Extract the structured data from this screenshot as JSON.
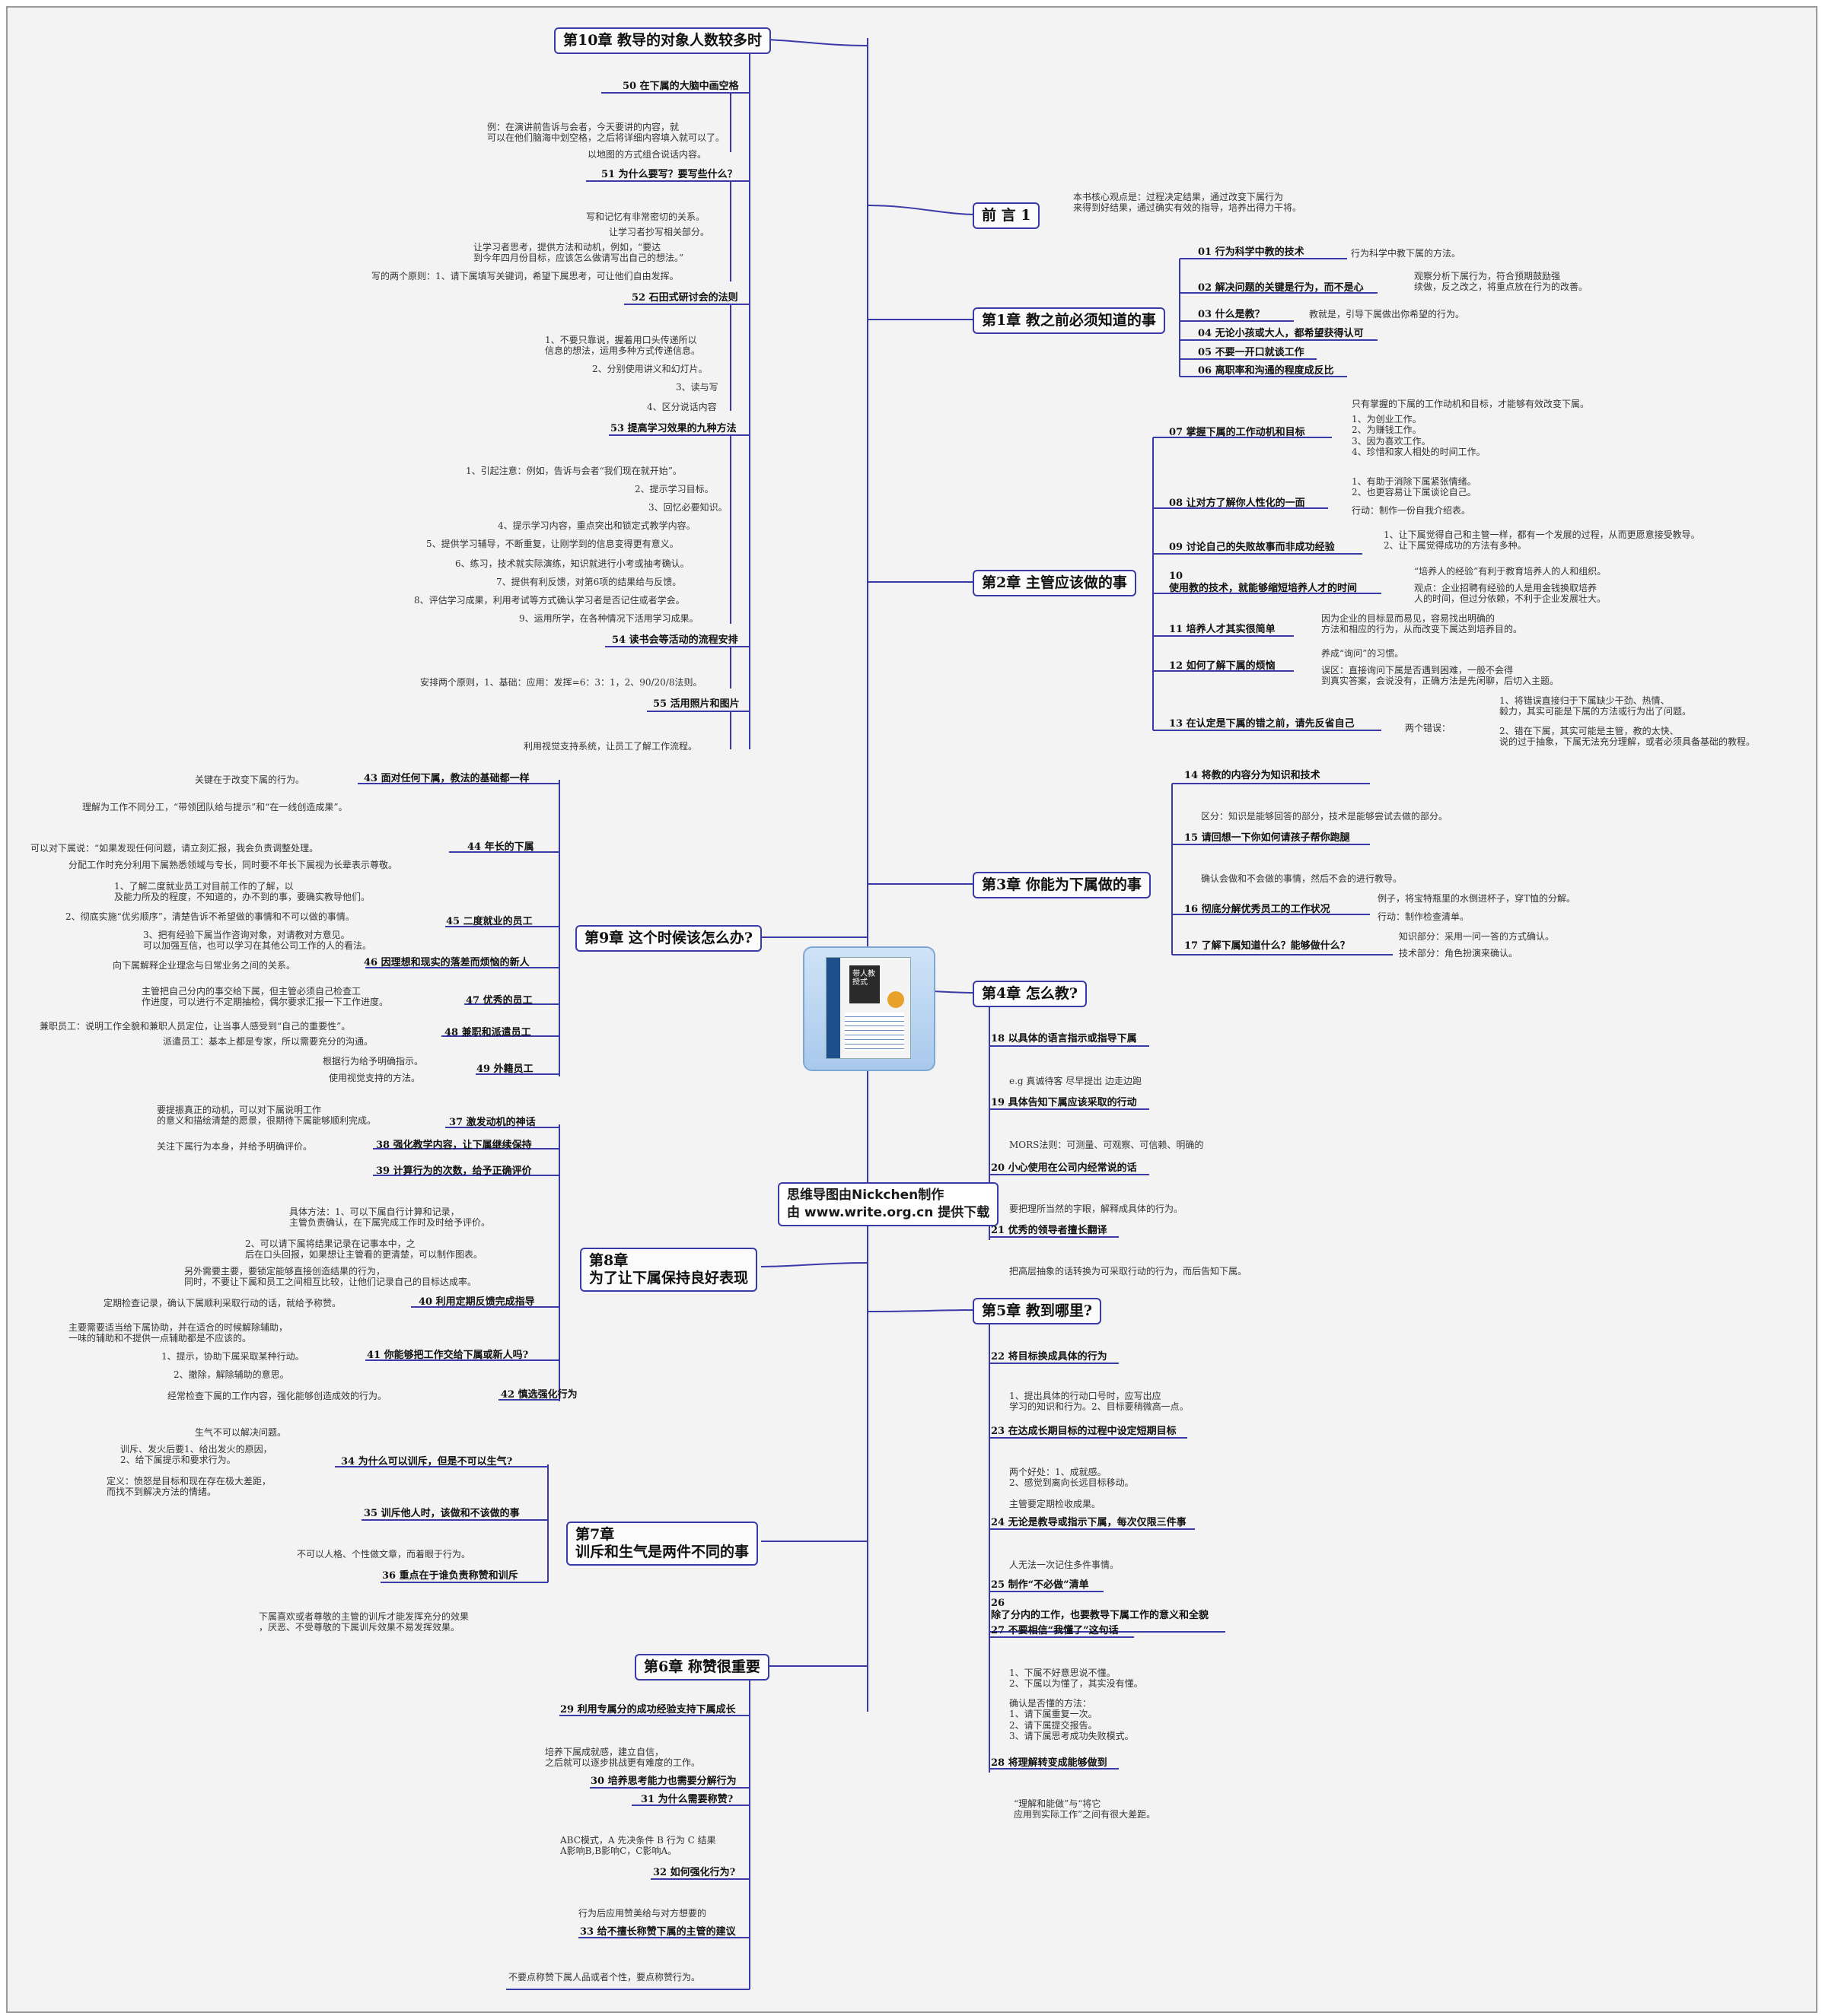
{
  "center": {
    "book_title": "带人教授式"
  },
  "credit": {
    "line1": "思维导图由Nickchen制作",
    "line2": "由 www.write.org.cn 提供下载"
  },
  "chapters": [
    {
      "id": "ch10",
      "label": "第10章 教导的对象人数较多时"
    },
    {
      "id": "pre",
      "label": "前 言 1"
    },
    {
      "id": "ch1",
      "label": "第1章 教之前必须知道的事"
    },
    {
      "id": "ch2",
      "label": "第2章 主管应该做的事"
    },
    {
      "id": "ch3",
      "label": "第3章 你能为下属做的事"
    },
    {
      "id": "ch4",
      "label": "第4章 怎么教?"
    },
    {
      "id": "ch5",
      "label": "第5章 教到哪里?"
    },
    {
      "id": "ch9",
      "label": "第9章 这个时候该怎么办?"
    },
    {
      "id": "ch8",
      "label": "第8章\n为了让下属保持良好表现"
    },
    {
      "id": "ch7",
      "label": "第7章\n训斥和生气是两件不同的事"
    },
    {
      "id": "ch6",
      "label": "第6章 称赞很重要"
    }
  ],
  "topics": [
    {
      "label": "50 在下属的大脑中画空格",
      "notes": [
        "例：在演讲前告诉与会者，今天要讲的内容，就\n可以在他们脑海中划空格，之后将详细内容填入就可以了。",
        "以地图的方式组合说话内容。"
      ]
    },
    {
      "label": "51 为什么要写？要写些什么？",
      "notes": [
        "写和记忆有非常密切的关系。",
        "让学习者抄写相关部分。",
        "让学习者思考，提供方法和动机，例如，“要达\n到今年四月份目标，应该怎么做请写出自己的想法。”",
        "写的两个原则：1、请下属填写关键词，希望下属思考，可让他们自由发挥。"
      ]
    },
    {
      "label": "52 石田式研讨会的法则",
      "notes": [
        "1、不要只靠说，握着用口头传递所以\n信息的想法，运用多种方式传递信息。",
        "2、分别使用讲义和幻灯片。",
        "3、读与写",
        "4、区分说话内容"
      ]
    },
    {
      "label": "53 提高学习效果的九种方法",
      "notes": [
        "1、引起注意：例如，告诉与会者“我们现在就开始”。",
        "2、提示学习目标。",
        "3、回忆必要知识。",
        "4、提示学习内容，重点突出和锁定式教学内容。",
        "5、提供学习辅导，不断重复，让刚学到的信息变得更有意义。",
        "6、练习，技术就实际演练，知识就进行小考或抽考确认。",
        "7、提供有利反馈，对第6项的结果给与反馈。",
        "8、评估学习成果，利用考试等方式确认学习者是否记住或者学会。",
        "9、运用所学，在各种情况下活用学习成果。"
      ]
    },
    {
      "label": "54 读书会等活动的流程安排",
      "notes": [
        "安排两个原则，1、基础：应用：发挥=6：3：1，2、90/20/8法则。"
      ]
    },
    {
      "label": "55 活用照片和图片",
      "notes": [
        "利用视觉支持系统，让员工了解工作流程。"
      ]
    },
    {
      "label": "本书核心观点是：过程决定结果，通过改变下属行为\n来得到好结果，通过确实有效的指导，培养出得力干将。",
      "notes": []
    },
    {
      "label": "01 行为科学中教的技术",
      "notes": [
        "行为科学中教下属的方法。"
      ]
    },
    {
      "label": "02 解决问题的关键是行为，而不是心",
      "notes": [
        "观察分析下属行为，符合预期鼓励强\n续做，反之改之，将重点放在行为的改善。"
      ]
    },
    {
      "label": "03 什么是教？",
      "notes": [
        "教就是，引导下属做出你希望的行为。"
      ]
    },
    {
      "label": "04 无论小孩或大人，都希望获得认可",
      "notes": []
    },
    {
      "label": "05 不要一开口就谈工作",
      "notes": []
    },
    {
      "label": "06 离职率和沟通的程度成反比",
      "notes": []
    },
    {
      "label": "07 掌握下属的工作动机和目标",
      "notes": [
        "只有掌握的下属的工作动机和目标，才能够有效改变下属。",
        "1、为创业工作。\n2、为赚钱工作。\n3、因为喜欢工作。\n4、珍惜和家人相处的时间工作。"
      ]
    },
    {
      "label": "08 让对方了解你人性化的一面",
      "notes": [
        "1、有助于消除下属紧张情绪。\n2、也更容易让下属谈论自己。",
        "行动：制作一份自我介绍表。"
      ]
    },
    {
      "label": "09 讨论自己的失败故事而非成功经验",
      "notes": [
        "1、让下属觉得自己和主管一样，都有一个发展的过程，从而更愿意接受教导。\n2、让下属觉得成功的方法有多种。"
      ]
    },
    {
      "label": "10\n使用教的技术，就能够缩短培养人才的时间",
      "notes": [
        "“培养人的经验”有利于教育培养人的人和组织。",
        "观点：企业招聘有经验的人是用金钱换取培养\n人的时间，但过分依赖，不利于企业发展壮大。"
      ]
    },
    {
      "label": "11 培养人才其实很简单",
      "notes": [
        "因为企业的目标显而易见，容易找出明确的\n方法和相应的行为，从而改变下属达到培养目的。"
      ]
    },
    {
      "label": "12 如何了解下属的烦恼",
      "notes": [
        "养成“询问”的习惯。",
        "误区：直接询问下属是否遇到困难，一般不会得\n到真实答案，会说没有，正确方法是先闲聊，后切入主题。"
      ]
    },
    {
      "label": "13 在认定是下属的错之前，请先反省自己",
      "notes": [
        "两个错误：",
        "1、将错误直接归于下属缺少干劲、热情、\n毅力，其实可能是下属的方法或行为出了问题。",
        "2、错在下属，其实可能是主管，教的太快、\n说的过于抽象，下属无法充分理解，或者必须具备基础的教程。"
      ]
    },
    {
      "label": "14 将教的内容分为知识和技术",
      "notes": [
        "区分：知识是能够回答的部分，技术是能够尝试去做的部分。"
      ]
    },
    {
      "label": "15 请回想一下你如何请孩子帮你跑腿",
      "notes": [
        "确认会做和不会做的事情，然后不会的进行教导。"
      ]
    },
    {
      "label": "16 彻底分解优秀员工的工作状况",
      "notes": [
        "例子，将宝特瓶里的水倒进杯子，穿T恤的分解。",
        "行动：制作检查清单。"
      ]
    },
    {
      "label": "17 了解下属知道什么？能够做什么？",
      "notes": [
        "知识部分：采用一问一答的方式确认。",
        "技术部分：角色扮演来确认。"
      ]
    },
    {
      "label": "18 以具体的语言指示或指导下属",
      "notes": [
        "e.g 真诚待客 尽早提出 边走边跑"
      ]
    },
    {
      "label": "19 具体告知下属应该采取的行动",
      "notes": [
        "MORS法则：可测量、可观察、可信赖、明确的"
      ]
    },
    {
      "label": "20 小心使用在公司内经常说的话",
      "notes": [
        "要把理所当然的字眼，解释成具体的行为。"
      ]
    },
    {
      "label": "21 优秀的领导者擅长翻译",
      "notes": [
        "把高层抽象的话转换为可采取行动的行为，而后告知下属。"
      ]
    },
    {
      "label": "22 将目标换成具体的行为",
      "notes": [
        "1、提出具体的行动口号时，应写出应\n学习的知识和行为。2、目标要稍微高一点。"
      ]
    },
    {
      "label": "23 在达成长期目标的过程中设定短期目标",
      "notes": [
        "两个好处：1、成就感。\n2、感觉到离向长远目标移动。",
        "主管要定期检收成果。"
      ]
    },
    {
      "label": "24 无论是教导或指示下属，每次仅限三件事",
      "notes": [
        "人无法一次记住多件事情。"
      ]
    },
    {
      "label": "25 制作“不必做”清单",
      "notes": []
    },
    {
      "label": "26\n除了分内的工作，也要教导下属工作的意义和全貌",
      "notes": []
    },
    {
      "label": "27 不要相信“我懂了”这句话",
      "notes": [
        "1、下属不好意思说不懂。\n2、下属以为懂了，其实没有懂。",
        "确认是否懂的方法：\n1、请下属重复一次。\n2、请下属提交报告。\n3、请下属思考成功失败模式。"
      ]
    },
    {
      "label": "28 将理解转变成能够做到",
      "notes": [
        "“理解和能做”与“将它\n应用到实际工作”之间有很大差距。"
      ]
    },
    {
      "label": "43 面对任何下属，教法的基础都一样",
      "notes": [
        "关键在于改变下属的行为。"
      ]
    },
    {
      "label": "44 年长的下属",
      "notes": [
        "理解为工作不同分工，“带领团队给与提示”和“在一线创造成果”。",
        "可以对下属说：“如果发现任何问题，请立刻汇报，我会负责调整处理。",
        "分配工作时充分利用下属熟悉领域与专长，同时要不年长下属视为长辈表示尊敬。"
      ]
    },
    {
      "label": "45 二度就业的员工",
      "notes": [
        "1、了解二度就业员工对目前工作的了解，以\n及能力所及的程度，不知道的，办不到的事，要确实教导他们。",
        "2、彻底实施“优劣顺序”，清楚告诉不希望做的事情和不可以做的事情。",
        "3、把有经验下属当作咨询对象，对请教对方意见。\n可以加强互信，也可以学习在其他公司工作的人的看法。"
      ]
    },
    {
      "label": "46 因理想和现实的落差而烦恼的新人",
      "notes": [
        "向下属解释企业理念与日常业务之间的关系。"
      ]
    },
    {
      "label": "47 优秀的员工",
      "notes": [
        "主管把自己分内的事交给下属，但主管必须自己检查工\n作进度，可以进行不定期抽检，偶尔要求汇报一下工作进度。"
      ]
    },
    {
      "label": "48 兼职和派遣员工",
      "notes": [
        "兼职员工：说明工作全貌和兼职人员定位，让当事人感受到“自己的重要性”。",
        "派遣员工：基本上都是专家，所以需要充分的沟通。"
      ]
    },
    {
      "label": "49 外籍员工",
      "notes": [
        "根据行为给予明确指示。",
        "使用视觉支持的方法。"
      ]
    },
    {
      "label": "37 激发动机的神话",
      "notes": [
        "要提振真正的动机，可以对下属说明工作\n的意义和描绘清楚的愿景，很期待下属能够顺利完成。"
      ]
    },
    {
      "label": "38 强化教学内容，让下属继续保持",
      "notes": [
        "关注下属行为本身，并给予明确评价。"
      ]
    },
    {
      "label": "39 计算行为的次数，给予正确评价",
      "notes": [
        "具体方法：1、可以下属自行计算和记录，\n主管负责确认，在下属完成工作时及时给予评价。",
        "2、可以请下属将结果记录在记事本中，之\n后在口头回报，如果想让主管看的更清楚，可以制作图表。",
        "另外需要主要，要锁定能够直接创造结果的行为，\n同时，不要让下属和员工之间相互比较，让他们记录自己的目标达成率。"
      ]
    },
    {
      "label": "40 利用定期反馈完成指导",
      "notes": [
        "定期检查记录，确认下属顺利采取行动的话，就给予称赞。"
      ]
    },
    {
      "label": "41 你能够把工作交给下属或新人吗?",
      "notes": [
        "主要需要适当给下属协助，并在适合的时候解除辅助，\n一味的辅助和不提供一点辅助都是不应该的。",
        "1、提示，协助下属采取某种行动。",
        "2、撤除，解除辅助的意思。"
      ]
    },
    {
      "label": "42 慎选强化行为",
      "notes": [
        "经常检查下属的工作内容，强化能够创造成效的行为。"
      ]
    },
    {
      "label": "34 为什么可以训斥，但是不可以生气?",
      "notes": [
        "生气不可以解决问题。",
        "训斥、发火后要1、给出发火的原因，\n2、给下属提示和要求行为。",
        "定义：愤怒是目标和现在存在极大差距，\n而找不到解决方法的情绪。"
      ]
    },
    {
      "label": "35 训斥他人时，该做和不该做的事",
      "notes": [
        "不可以人格、个性做文章，而着眼于行为。"
      ]
    },
    {
      "label": "36 重点在于谁负责称赞和训斥",
      "notes": [
        "下属喜欢或者尊敬的主管的训斥才能发挥充分的效果\n，厌恶、不受尊敬的下属训斥效果不易发挥效果。"
      ]
    },
    {
      "label": "29 利用专属分的成功经验支持下属成长",
      "notes": [
        "培养下属成就感，建立自信，\n之后就可以逐步挑战更有难度的工作。"
      ]
    },
    {
      "label": "30 培养思考能力也需要分解行为",
      "notes": []
    },
    {
      "label": "31 为什么需要称赞?",
      "notes": [
        "ABC模式，A 先决条件 B 行为 C 结果\nA影响B,B影响C，C影响A。"
      ]
    },
    {
      "label": "32 如何强化行为?",
      "notes": [
        "行为后应用赞美给与对方想要的"
      ]
    },
    {
      "label": "33 给不擅长称赞下属的主管的建议",
      "notes": [
        "不要点称赞下属人品或者个性，要点称赞行为。"
      ]
    }
  ],
  "colors": {
    "connector": "#3a3aa8",
    "background": "#f3f3f3",
    "center_fill": "#b7d2f0"
  }
}
